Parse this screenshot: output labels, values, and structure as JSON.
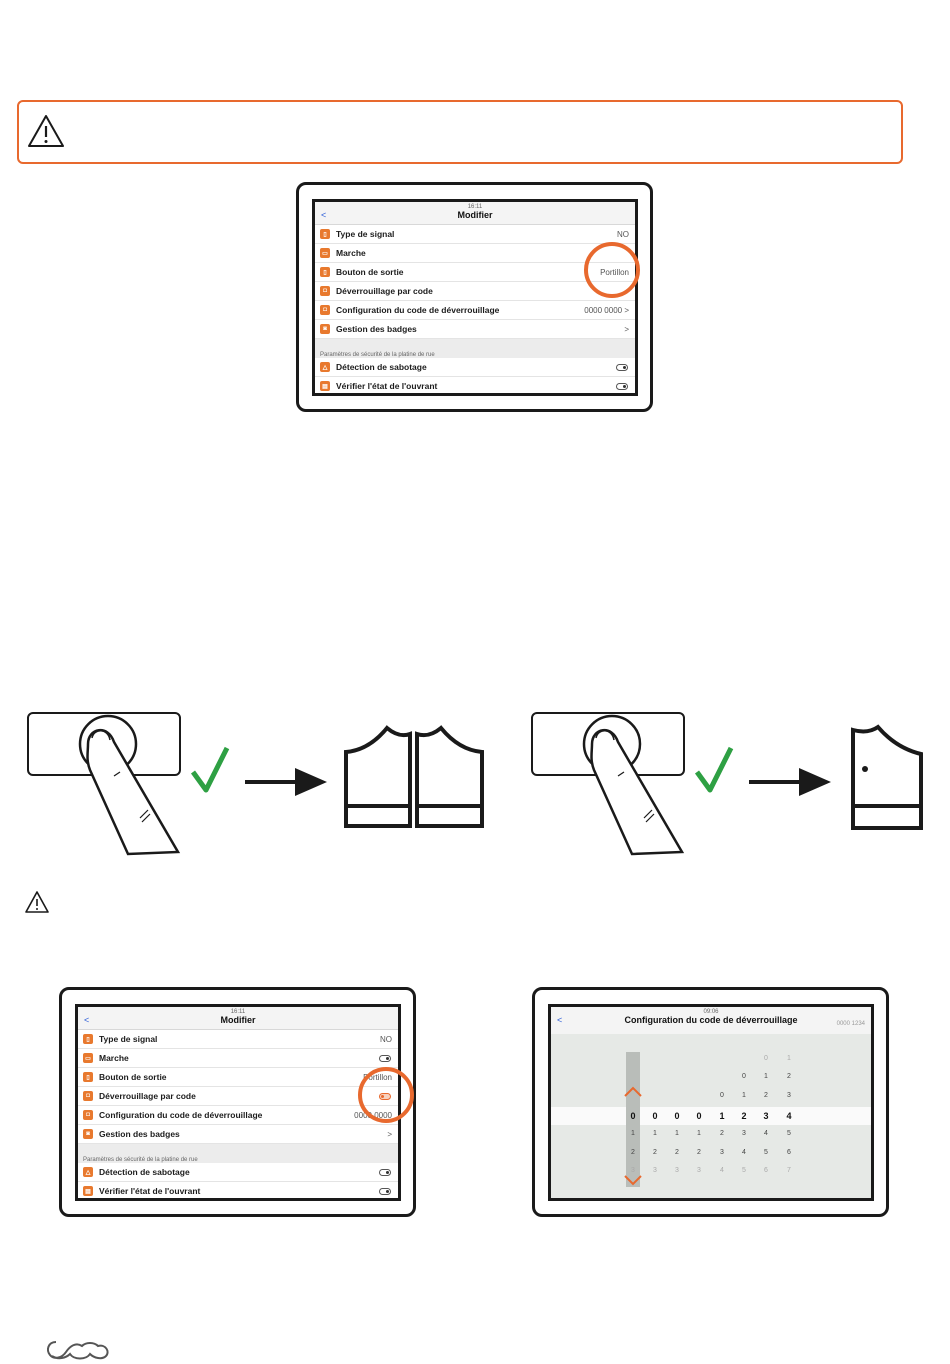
{
  "screen_top": {
    "time": "16:11",
    "title": "Modifier",
    "back": "<",
    "rows": [
      {
        "label": "Type de signal",
        "value": "NO"
      },
      {
        "label": "Marche",
        "value": ""
      },
      {
        "label": "Bouton de sortie",
        "value": "Portillon"
      },
      {
        "label": "Déverrouillage par code",
        "value": ""
      },
      {
        "label": "Configuration du code de déverrouillage",
        "value": "0000 0000 >"
      },
      {
        "label": "Gestion des badges",
        "value": ">"
      }
    ],
    "section_title": "Paramètres de sécurité de la platine de rue",
    "security_rows": [
      {
        "label": "Détection de sabotage"
      },
      {
        "label": "Vérifier l'état de l'ouvrant"
      }
    ]
  },
  "screen_left": {
    "time": "16:11",
    "title": "Modifier",
    "back": "<",
    "rows": [
      {
        "label": "Type de signal",
        "value": "NO"
      },
      {
        "label": "Marche",
        "value": ""
      },
      {
        "label": "Bouton de sortie",
        "value": "Portillon"
      },
      {
        "label": "Déverrouillage par code",
        "value": ""
      },
      {
        "label": "Configuration du code de déverrouillage",
        "value": "0000 0000"
      },
      {
        "label": "Gestion des badges",
        "value": ">"
      }
    ],
    "section_title": "Paramètres de sécurité de la platine de rue",
    "security_rows": [
      {
        "label": "Détection de sabotage"
      },
      {
        "label": "Vérifier l'état de l'ouvrant"
      }
    ]
  },
  "screen_right": {
    "time": "09:06",
    "title": "Configuration du code de déverrouillage",
    "back": "<",
    "code_preview": "0000 1234",
    "digit_rows": [
      [
        "",
        "",
        "",
        "",
        "",
        "",
        "0",
        "1"
      ],
      [
        "",
        "",
        "",
        "",
        "",
        "0",
        "1",
        "2"
      ],
      [
        "",
        "",
        "",
        "",
        "0",
        "1",
        "2",
        "3"
      ],
      [
        "0",
        "0",
        "0",
        "0",
        "1",
        "2",
        "3",
        "4"
      ],
      [
        "1",
        "1",
        "1",
        "1",
        "2",
        "3",
        "4",
        "5"
      ],
      [
        "2",
        "2",
        "2",
        "2",
        "3",
        "4",
        "5",
        "6"
      ],
      [
        "3",
        "3",
        "3",
        "3",
        "4",
        "5",
        "6",
        "7"
      ]
    ]
  },
  "icons": {
    "warning": "warning-triangle-icon",
    "checkmark": "checkmark-icon",
    "arrow": "arrow-right-icon",
    "finger_press": "finger-press-icon",
    "double_gate": "double-gate-icon",
    "single_gate": "single-gate-icon",
    "logo": "brand-logo-icon"
  },
  "colors": {
    "accent": "#e8692e",
    "check": "#2ea043",
    "frame": "#1a1a1a"
  }
}
